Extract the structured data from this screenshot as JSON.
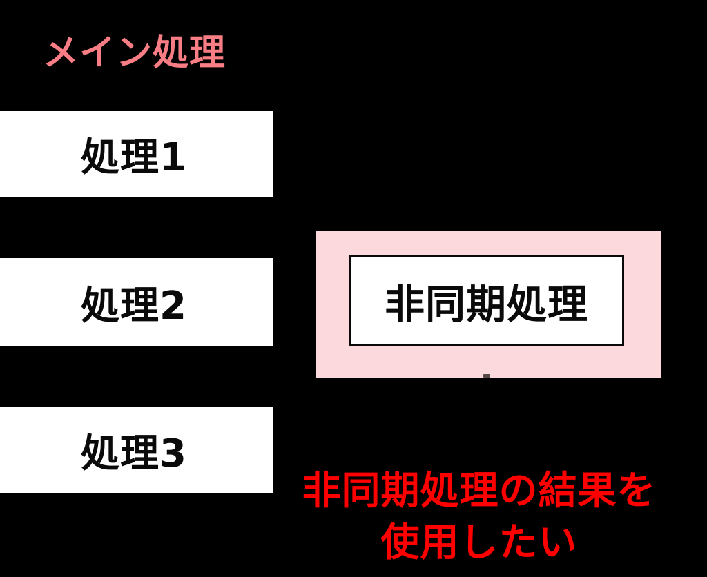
{
  "diagram": {
    "background_color": "#000000",
    "main_flow": {
      "title": "メイン処理",
      "title_color": "#F97D84",
      "steps": [
        {
          "label": "処理1"
        },
        {
          "label": "処理2"
        },
        {
          "label": "処理3"
        }
      ],
      "step_box_fill": "#FFFFFF",
      "step_text_color": "#0A0A0A"
    },
    "async_block": {
      "label": "非同期処理",
      "panel_fill": "#FCD9DC",
      "box_fill": "#FFFFFF",
      "box_border_color": "#0A0A0A"
    },
    "annotation": {
      "lines": [
        "非同期処理の結果を",
        "使用したい"
      ],
      "color": "#FF0000"
    }
  }
}
